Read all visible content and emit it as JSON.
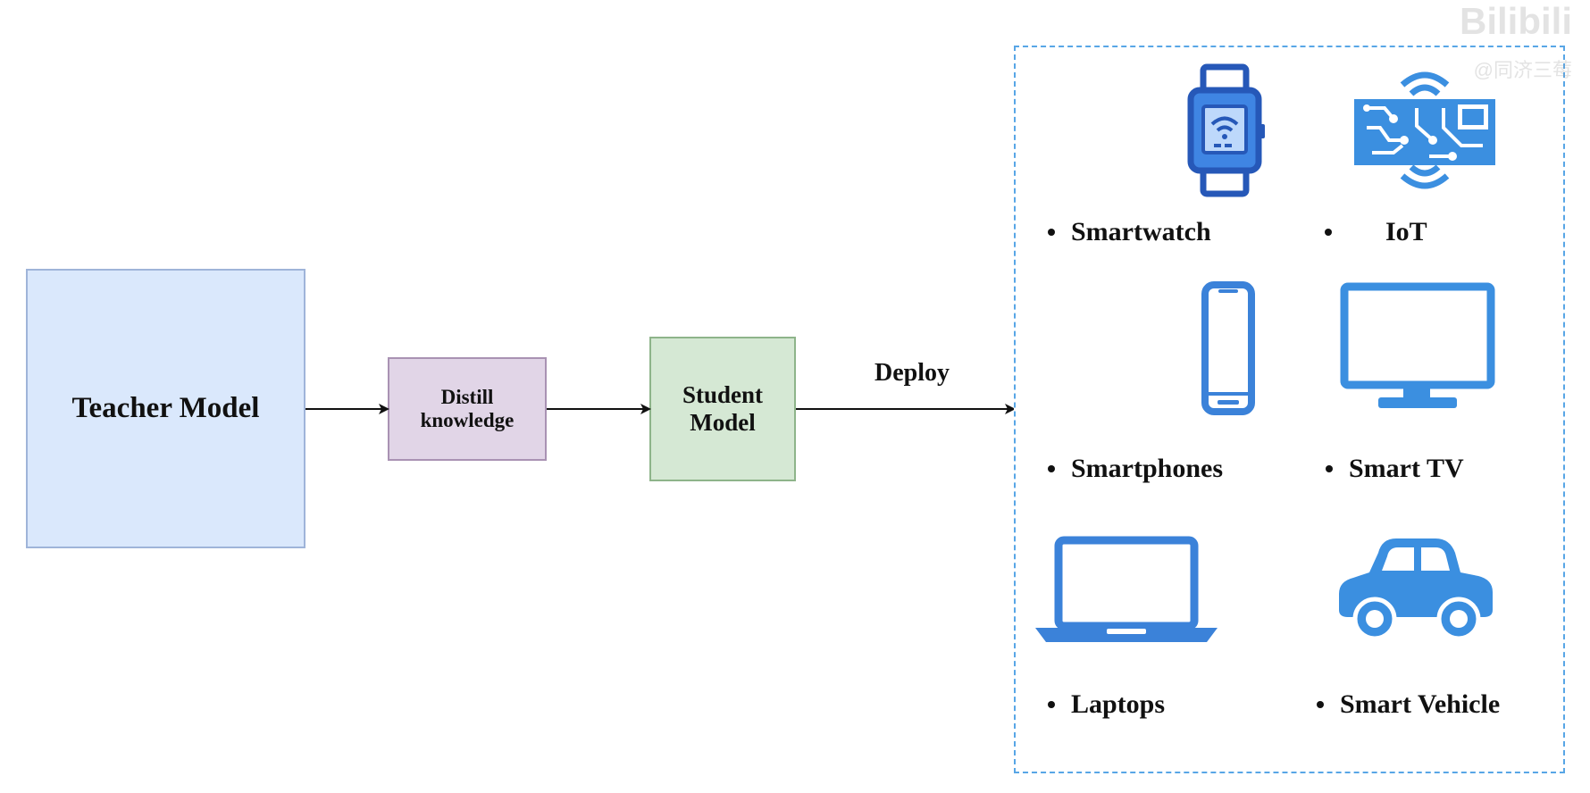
{
  "diagram": {
    "teacher": {
      "label": "Teacher Model"
    },
    "distill": {
      "label": "Distill\nknowledge"
    },
    "student": {
      "label": "Student\nModel"
    },
    "deploy": {
      "label": "Deploy"
    },
    "devices": [
      {
        "label": "Smartwatch",
        "icon": "smartwatch-icon"
      },
      {
        "label": "IoT",
        "icon": "iot-icon"
      },
      {
        "label": "Smartphones",
        "icon": "smartphone-icon"
      },
      {
        "label": "Smart TV",
        "icon": "smart-tv-icon"
      },
      {
        "label": "Laptops",
        "icon": "laptop-icon"
      },
      {
        "label": "Smart Vehicle",
        "icon": "smart-vehicle-icon"
      }
    ]
  },
  "watermark": {
    "logo_text": "Bilibili",
    "sub_text": "@同济三莓"
  },
  "colors": {
    "teacher_fill": "#dae8fc",
    "distill_fill": "#e1d5e7",
    "student_fill": "#d5e8d4",
    "icon_blue": "#3b82d9",
    "panel_border": "#58a6e6"
  }
}
